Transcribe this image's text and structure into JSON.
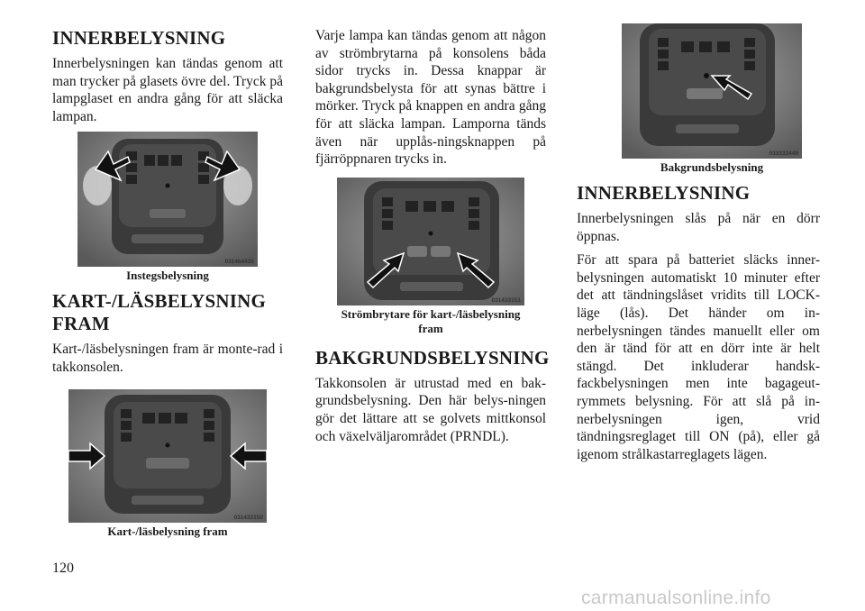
{
  "page_number": "120",
  "watermark": "carmanualsonline.info",
  "col1": {
    "heading1": "INNERBELYSNING",
    "p1": "Innerbelysningen kan tändas genom att man trycker på glasets övre del. Tryck på lampglaset en andra gång för att släcka lampan.",
    "fig1_code": "031464435",
    "fig1_caption": "Instegsbelysning",
    "heading2_line1": "KART-/LÄSBELYSNING",
    "heading2_line2": "FRAM",
    "p2": "Kart-/läsbelysningen fram är monte-rad i takkonsolen.",
    "fig2_code": "031433150",
    "fig2_caption": "Kart-/läsbelysning fram"
  },
  "col2": {
    "p1": "Varje lampa kan tändas genom att någon av strömbrytarna på konsolens båda sidor trycks in. Dessa knappar är bakgrundsbelysta för att synas bättre i mörker. Tryck på knappen en andra gång för att släcka lampan. Lamporna tänds även när upplås-ningsknappen på fjärröppnaren trycks in.",
    "fig_code": "031433151",
    "fig_caption_line1": "Strömbrytare för kart-/läsbelysning",
    "fig_caption_line2": "fram",
    "heading": "BAKGRUNDSBELYSNING",
    "p2": "Takkonsolen är utrustad med en bak-grundsbelysning. Den här belys-ningen gör det lättare att se golvets mittkonsol och växelväljarområdet (PRNDL)."
  },
  "col3": {
    "fig_code": "033333449",
    "fig_caption": "Bakgrundsbelysning",
    "heading": "INNERBELYSNING",
    "p1": "Innerbelysningen slås på när en dörr öppnas.",
    "p2": "För att spara på batteriet släcks inner-belysningen automatiskt 10 minuter efter det att tändningslåset vridits till LOCK-läge (lås). Det händer om in-nerbelysningen tändes manuellt eller om den är tänd för att en dörr inte är helt stängd. Det inkluderar handsk-fackbelysningen men inte bagageut-rymmets belysning. För att slå på in-nerbelysningen igen, vrid tändningsreglaget till ON (på), eller gå igenom strålkastarreglagets lägen."
  },
  "colors": {
    "text": "#1a1a1a",
    "console_dark": "#3a3a3a",
    "console_light": "#d9d9d9",
    "watermark": "#c9c9c9"
  },
  "icons": [
    "arrow-icon",
    "overhead-console-illustration"
  ]
}
